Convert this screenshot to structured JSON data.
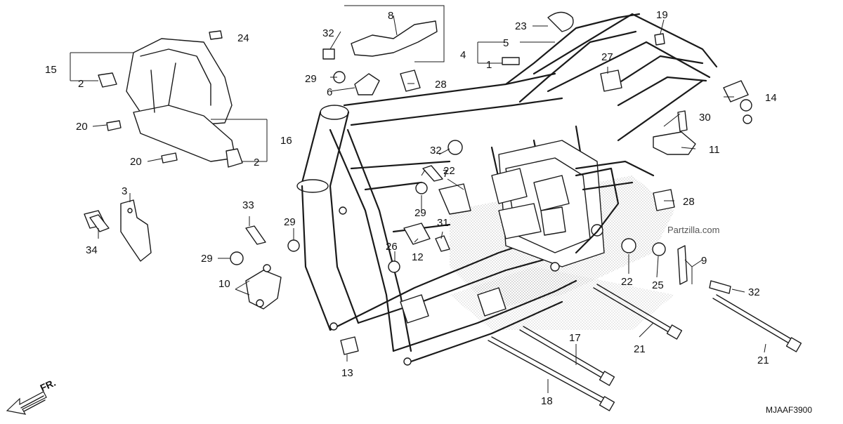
{
  "diagram": {
    "drawing_code": "MJAAF3900",
    "watermark": "Partzilla.com",
    "direction_label": "FR.",
    "callouts": {
      "c1": "1",
      "c2a": "2",
      "c2b": "2",
      "c3": "3",
      "c4": "4",
      "c5": "5",
      "c6": "6",
      "c7": "7",
      "c8": "8",
      "c9": "9",
      "c10": "10",
      "c11": "11",
      "c12": "12",
      "c13": "13",
      "c14": "14",
      "c15": "15",
      "c16": "16",
      "c17": "17",
      "c18": "18",
      "c19": "19",
      "c20a": "20",
      "c20b": "20",
      "c21a": "21",
      "c21b": "21",
      "c22a": "22",
      "c22b": "22",
      "c23": "23",
      "c24": "24",
      "c25": "25",
      "c26": "26",
      "c27": "27",
      "c28a": "28",
      "c28b": "28",
      "c29a": "29",
      "c29b": "29",
      "c29c": "29",
      "c30": "30",
      "c31": "31",
      "c32a": "32",
      "c32b": "32",
      "c32c": "32",
      "c33": "33",
      "c34": "34"
    }
  }
}
